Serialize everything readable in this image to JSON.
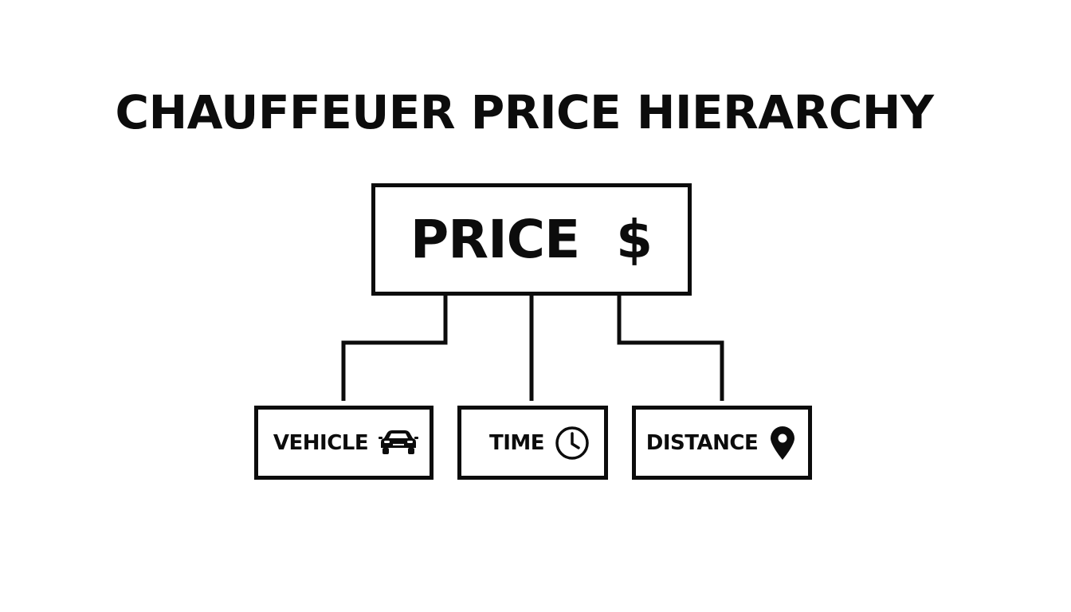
{
  "title": "CHAUFFEUER PRICE HIERARCHY",
  "root": {
    "label": "PRICE",
    "symbol": "$"
  },
  "children": [
    {
      "label": "VEHICLE",
      "icon": "car-icon"
    },
    {
      "label": "TIME",
      "icon": "clock-icon"
    },
    {
      "label": "DISTANCE",
      "icon": "map-pin-icon"
    }
  ],
  "colors": {
    "stroke": "#0c0c0c",
    "background": "#ffffff"
  }
}
